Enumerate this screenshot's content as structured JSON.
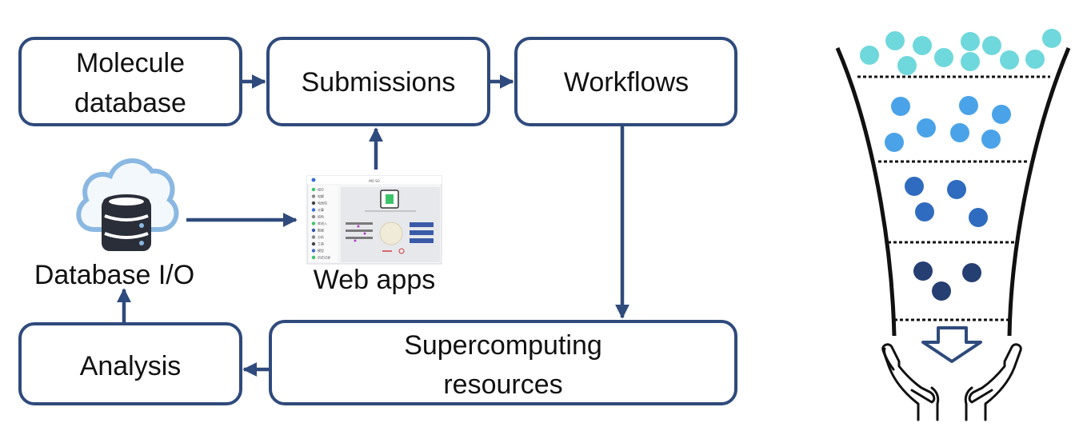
{
  "boxes": {
    "molecule_db": [
      "Molecule",
      "database"
    ],
    "submissions": "Submissions",
    "workflows": "Workflows",
    "supercomputing": [
      "Supercomputing",
      "resources"
    ],
    "analysis": "Analysis"
  },
  "labels": {
    "database_io": "Database I/O",
    "web_apps": "Web apps"
  },
  "webapp": {
    "brand": "MO SO",
    "menu_items": [
      "组分",
      "电解",
      "电池包",
      "计算",
      "结构",
      "库进入",
      "数据",
      "分析",
      "工具",
      "模型",
      "历史记录"
    ]
  },
  "colors": {
    "box_stroke": "#2f4a7c",
    "arrow": "#2f4a7c",
    "cloud_outline": "#8ab8e2",
    "funnel_level1": "#6fd8dc",
    "funnel_level2": "#4aa3e8",
    "funnel_level3": "#2f6cc0",
    "funnel_level4": "#263f72"
  },
  "icons": [
    "cloud-database-icon",
    "funnel-icon",
    "down-arrow-icon",
    "open-hands-icon"
  ]
}
